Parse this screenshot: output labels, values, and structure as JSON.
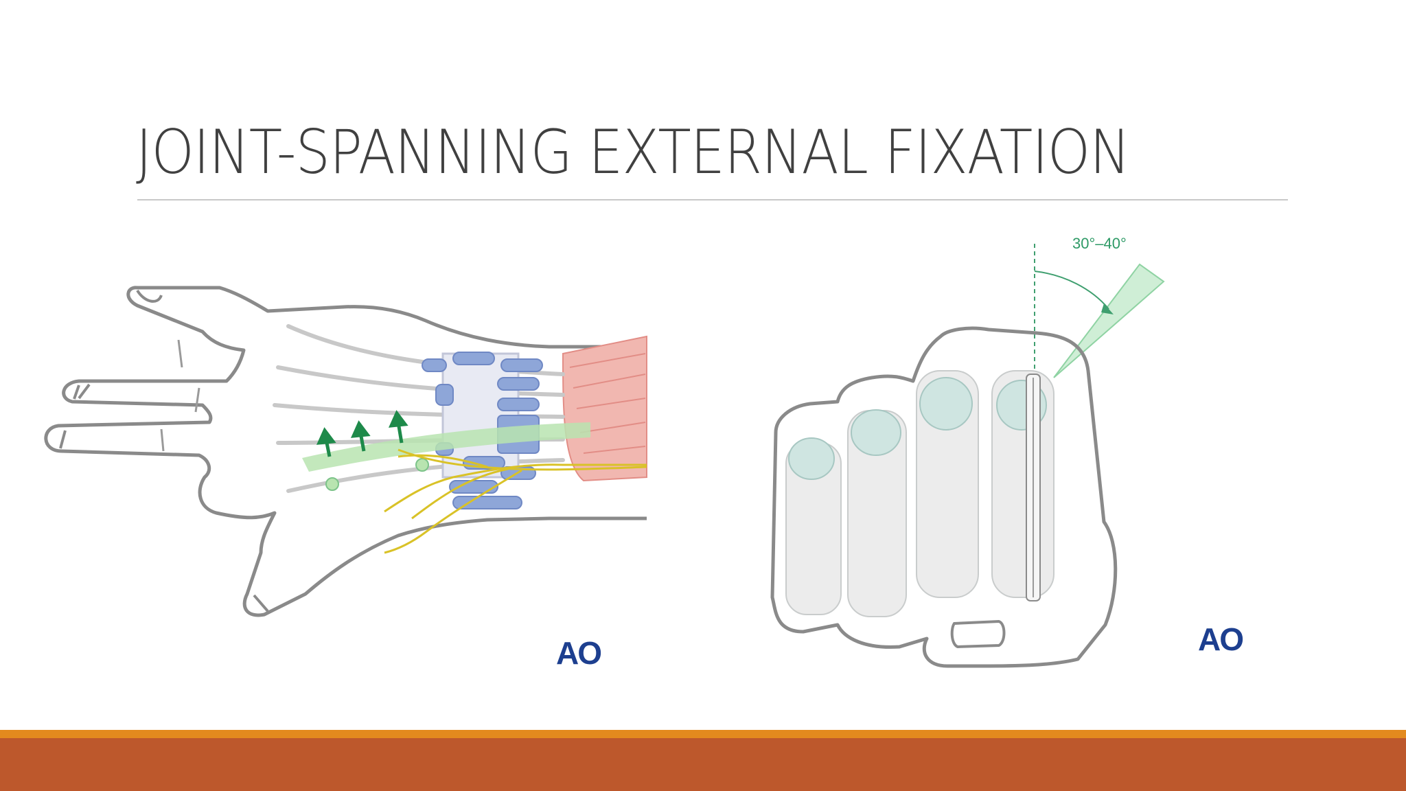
{
  "slide": {
    "title": "JOINT-SPANNING EXTERNAL FIXATION",
    "figures": [
      {
        "name": "hand-illustration",
        "logo_text": "AO"
      },
      {
        "name": "fist-illustration",
        "logo_text": "AO",
        "angle_label": "30°–40°"
      }
    ],
    "colors": {
      "title": "#404040",
      "accent_bar_top": "#e38a1e",
      "accent_bar_main": "#bd582c",
      "logo": "#1d3f8f",
      "angle": "#2e9a66"
    }
  }
}
